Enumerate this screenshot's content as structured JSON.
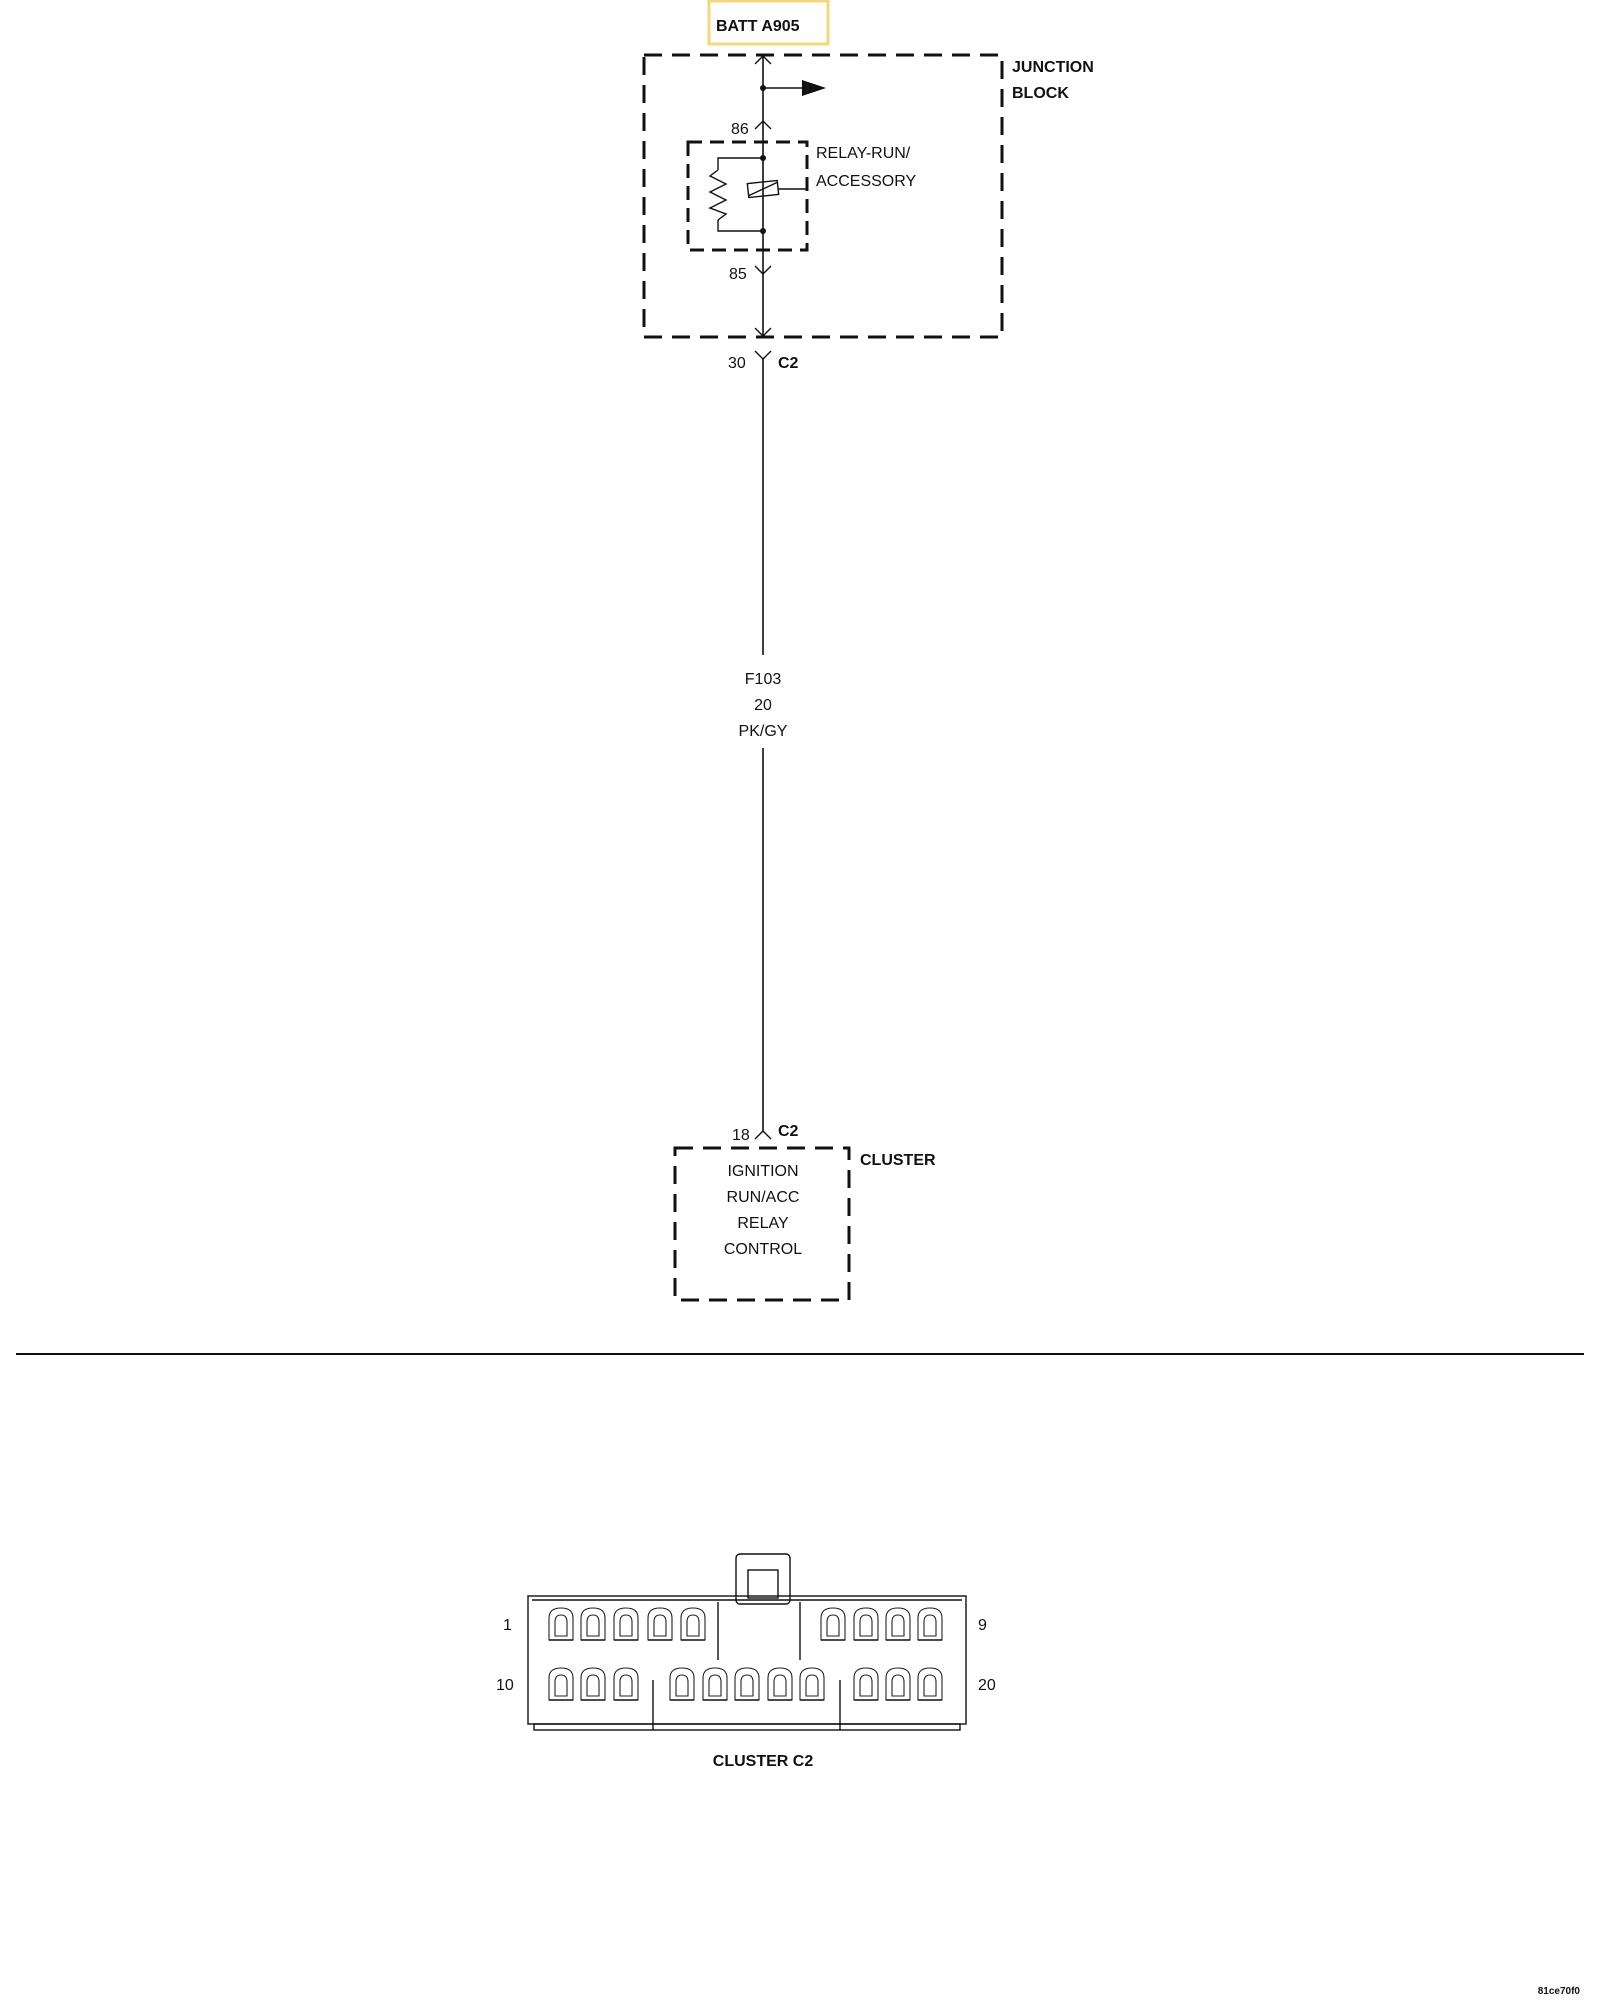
{
  "source": {
    "label": "BATT A905",
    "highlight_color": "#f5d778"
  },
  "junction_block": {
    "label_line1": "JUNCTION",
    "label_line2": "BLOCK",
    "pin_top": "86",
    "pin_bottom": "85"
  },
  "relay": {
    "label_line1": "RELAY-RUN/",
    "label_line2": "ACCESSORY"
  },
  "connector_top": {
    "pin": "30",
    "name": "C2"
  },
  "wire": {
    "circuit": "F103",
    "gauge": "20",
    "color": "PK/GY"
  },
  "connector_bottom": {
    "pin": "18",
    "name": "C2"
  },
  "cluster": {
    "label": "CLUSTER",
    "function_lines": [
      "IGNITION",
      "RUN/ACC",
      "RELAY",
      "CONTROL"
    ]
  },
  "connector_view": {
    "title": "CLUSTER C2",
    "pin_top_left": "1",
    "pin_top_right": "9",
    "pin_bottom_left": "10",
    "pin_bottom_right": "20"
  },
  "figure_id": "81ce70f0"
}
